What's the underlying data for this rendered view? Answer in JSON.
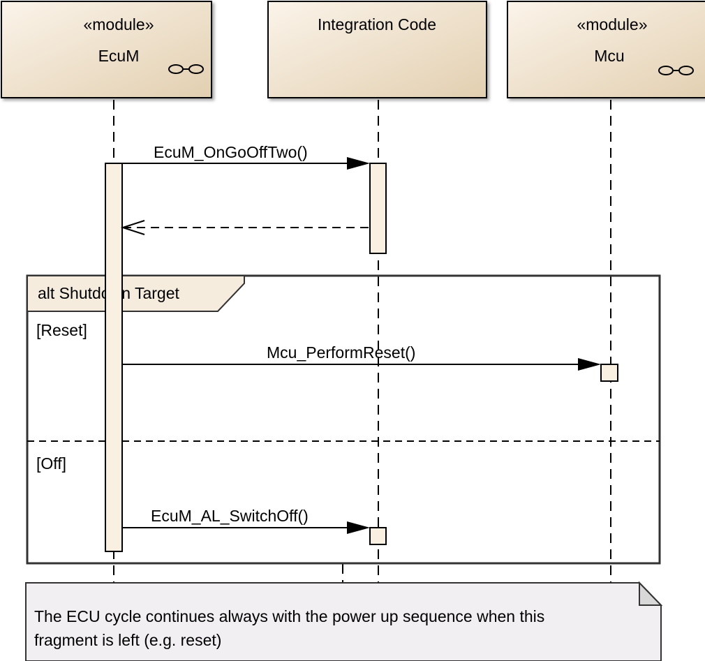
{
  "lifelines": [
    {
      "id": "ecum",
      "stereotype": "«module»",
      "name": "EcuM",
      "is_module": true
    },
    {
      "id": "integration",
      "stereotype": "",
      "name": "Integration Code",
      "is_module": false
    },
    {
      "id": "mcu",
      "stereotype": "«module»",
      "name": "Mcu",
      "is_module": true
    }
  ],
  "messages": {
    "on_go_off_two": "EcuM_OnGoOffTwo()",
    "perform_reset": "Mcu_PerformReset()",
    "al_switch_off": "EcuM_AL_SwitchOff()"
  },
  "fragment": {
    "label": "alt Shutdown Target",
    "guard_reset": "[Reset]",
    "guard_off": "[Off]"
  },
  "note": {
    "line1": "The ECU cycle continues always with the power up sequence when this",
    "line2": "fragment is left (e.g. reset)"
  },
  "colors": {
    "lifeline_header_light": "#fbf4ea",
    "lifeline_header_dark": "#e3d0b2",
    "activation_fill": "#faf0e2",
    "fragment_label_fill": "#f5ecdd",
    "note_fill": "#f2eff2",
    "note_fold": "#d8d8d8"
  }
}
